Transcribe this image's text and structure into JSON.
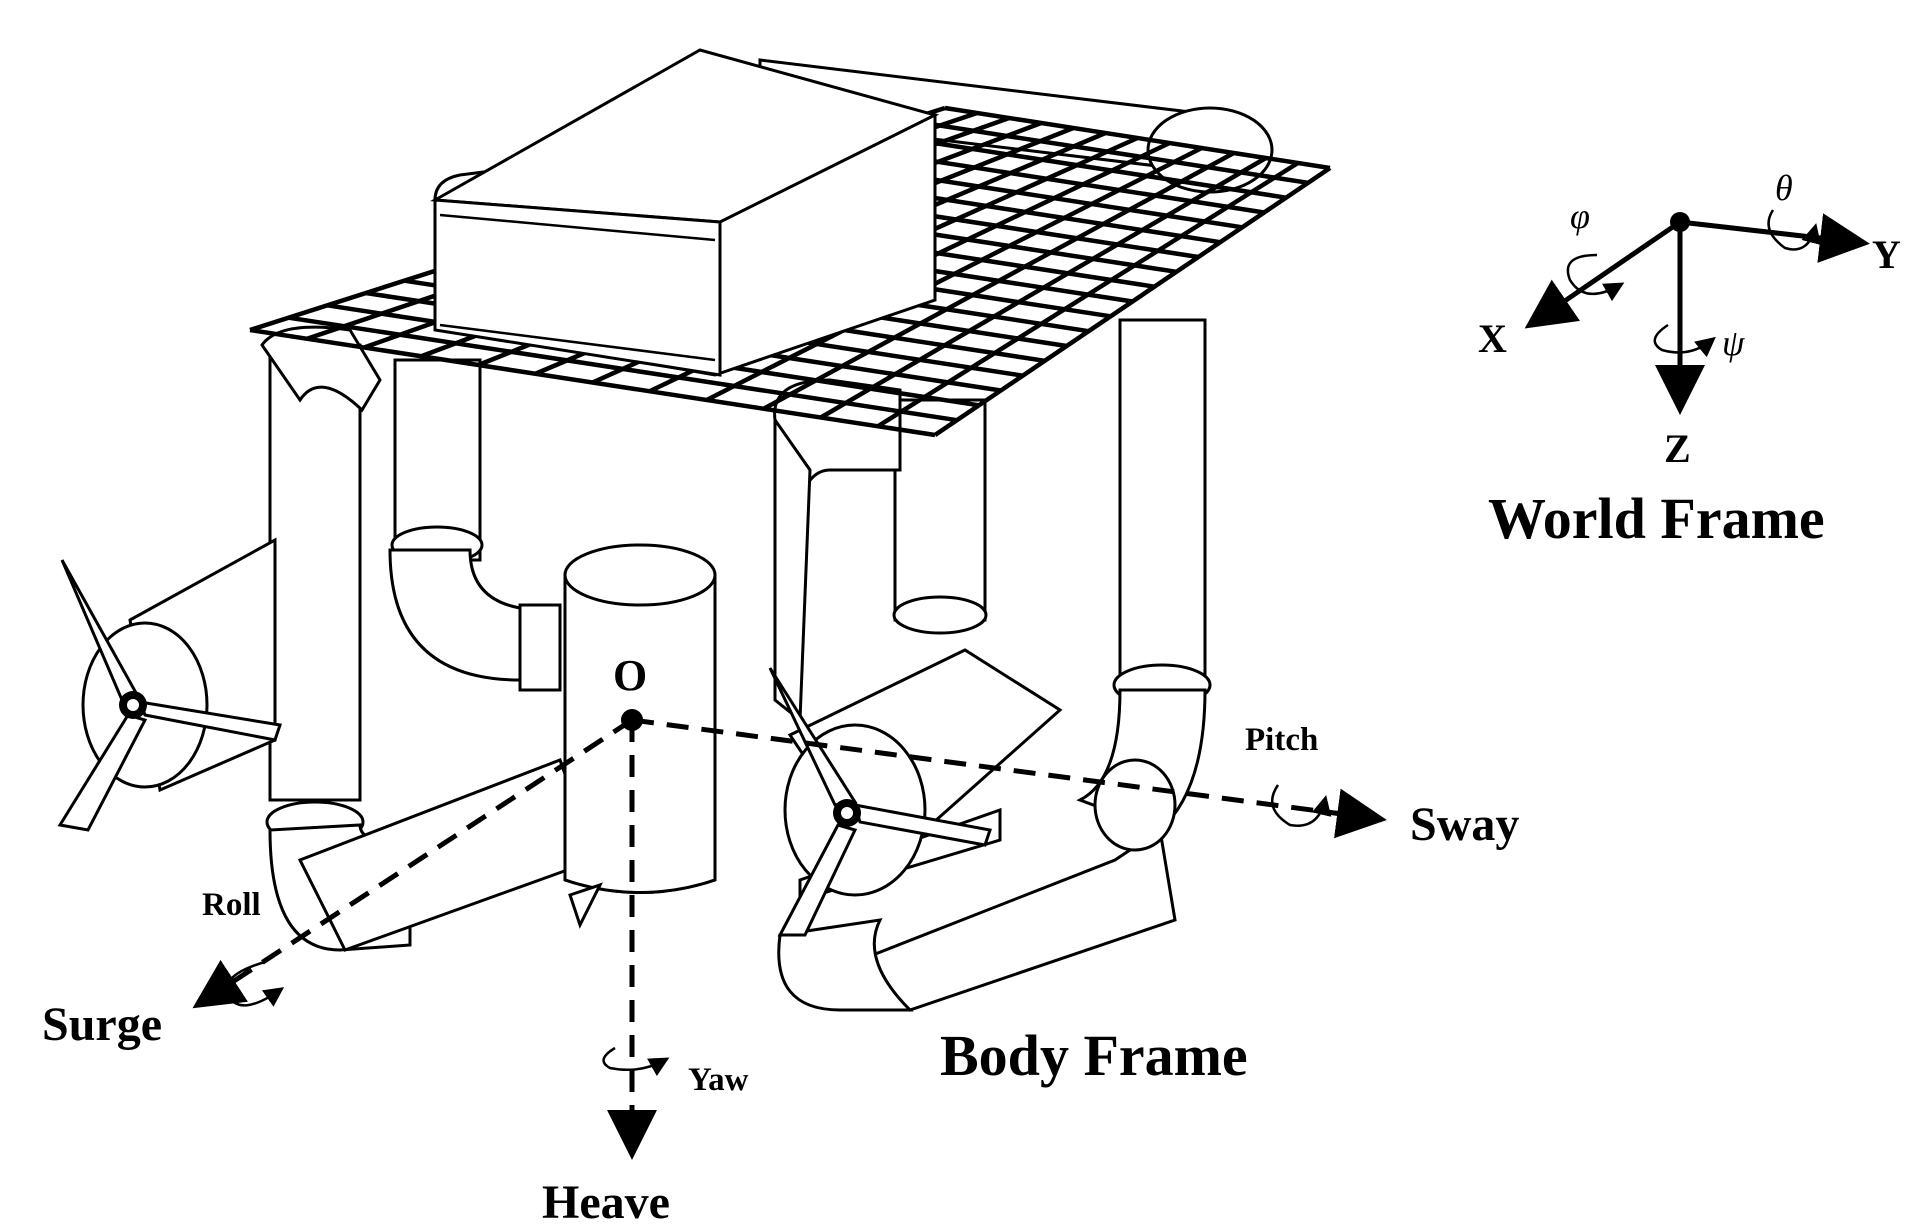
{
  "labels": {
    "world_frame": "World Frame",
    "body_frame": "Body Frame",
    "origin": "O",
    "surge": "Surge",
    "sway": "Sway",
    "heave": "Heave",
    "roll": "Roll",
    "pitch": "Pitch",
    "yaw": "Yaw",
    "axis_x": "X",
    "axis_y": "Y",
    "axis_z": "Z",
    "phi": "φ",
    "theta": "θ",
    "psi": "ψ"
  },
  "icons": {
    "vehicle": "underwater-robot-drawing",
    "thruster": "three-blade-propeller",
    "rotation": "curved-rotation-arrow"
  },
  "colors": {
    "ink": "#000000",
    "background": "#ffffff"
  }
}
